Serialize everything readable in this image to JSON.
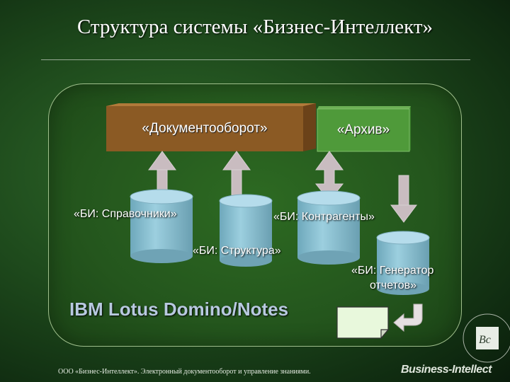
{
  "title": "Структура системы «Бизнес-Интеллект»",
  "boxes": {
    "docflow": "«Документооборот»",
    "archive": "«Архив»"
  },
  "databases": {
    "directories": "«БИ: Справочники»",
    "counterparties": "«БИ: Контрагенты»",
    "structure": "«БИ: Структура»",
    "report_gen_line1": "«БИ: Генератор",
    "report_gen_line2": "отчетов»"
  },
  "platform": "IBM Lotus Domino/Notes",
  "footer": "ООО «Бизнес-Интеллект». Электронный документооборот и управление знаниями.",
  "brand": "Business-Intellect",
  "colors": {
    "docflow_box": "#8b5a24",
    "archive_box": "#4f9a3a",
    "cylinder": "#8fc2d3",
    "arrow": "#c9bcc0"
  }
}
